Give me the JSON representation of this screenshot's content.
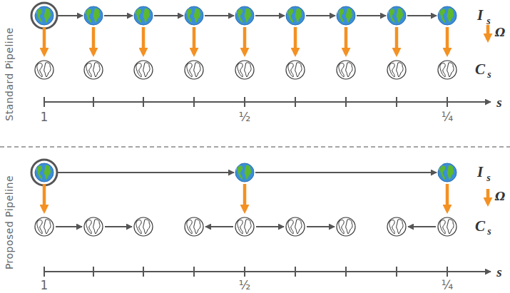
{
  "diagram": {
    "labels": [
      "Standard Pipeline",
      "I",
      "s",
      "Ω",
      "C",
      "s",
      "1",
      "½",
      "¼",
      "s",
      "Proposed Pipeline",
      "I",
      "s",
      "Ω",
      "C",
      "s",
      "1",
      "½",
      "¼",
      "s"
    ]
  }
}
